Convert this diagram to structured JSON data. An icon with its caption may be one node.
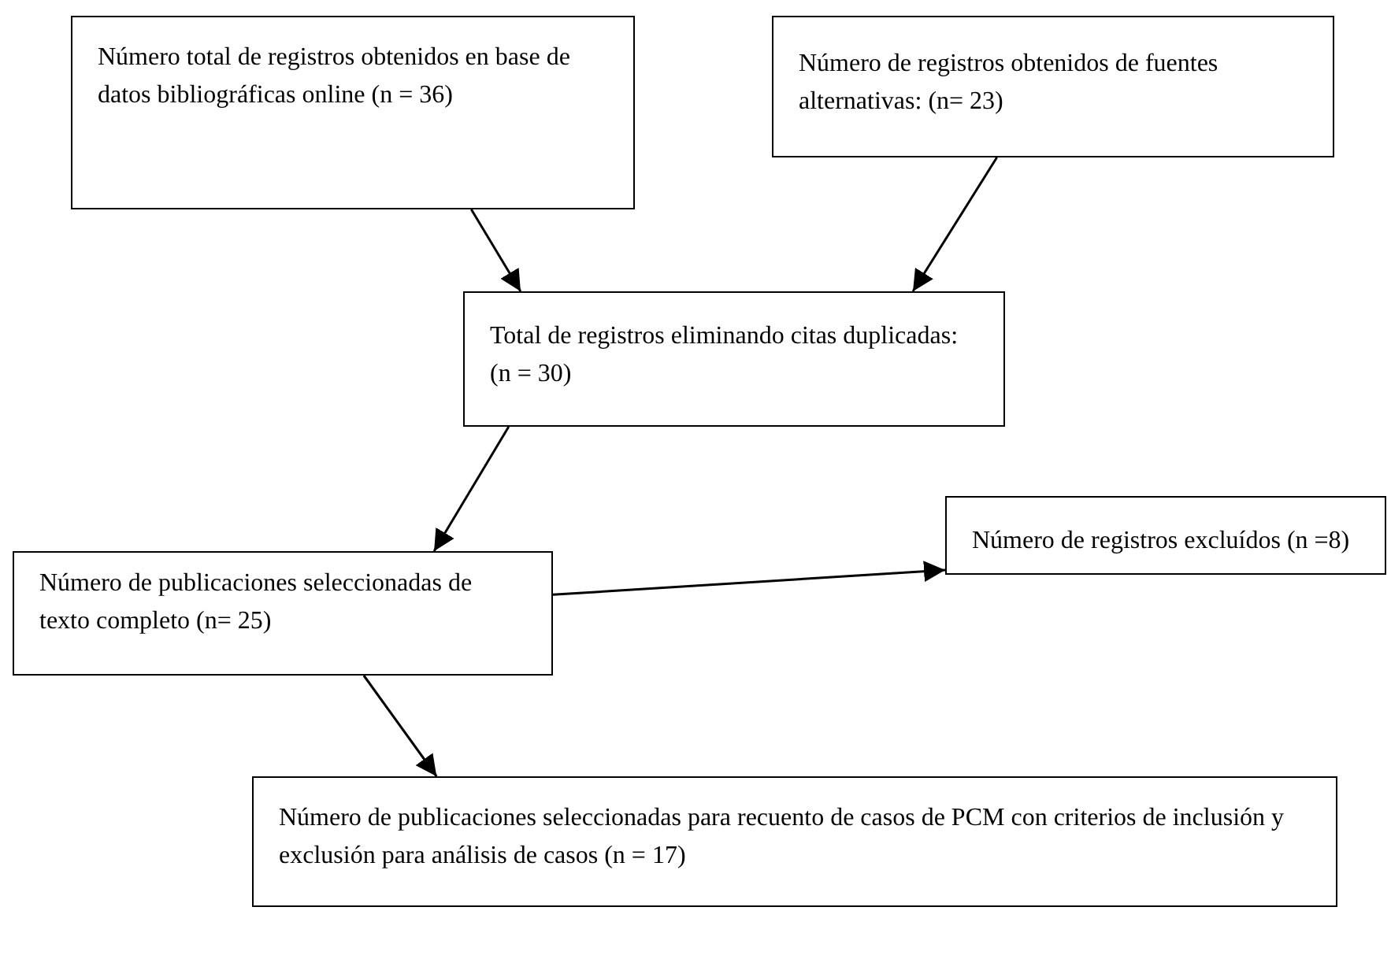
{
  "diagram": {
    "nodes": [
      {
        "text": [
          "Número total de registros obtenidos en base de datos bibliográficas online (n = 36)"
        ]
      },
      {
        "text": [
          "Número de registros obtenidos de fuentes alternativas: (n= 23)"
        ]
      },
      {
        "text": [
          "Total de registros eliminando citas duplicadas: (n = 30)"
        ]
      },
      {
        "text": [
          "Número de publicaciones seleccionadas de texto completo (n= 25)"
        ]
      },
      {
        "text": [
          "Número de registros excluídos (n =8)"
        ]
      },
      {
        "text": [
          "Número de publicaciones seleccionadas para recuento de casos de PCM con criterios de inclusión y exclusión para análisis de casos (n =  17)"
        ]
      }
    ],
    "edges": [
      {
        "from": 0,
        "to": 2,
        "arrow": "to"
      },
      {
        "from": 1,
        "to": 2,
        "arrow": "to"
      },
      {
        "from": 2,
        "to": 3,
        "arrow": "to"
      },
      {
        "from": 3,
        "to": 4,
        "arrow": "to"
      },
      {
        "from": 3,
        "to": 5,
        "arrow": "to"
      }
    ]
  }
}
